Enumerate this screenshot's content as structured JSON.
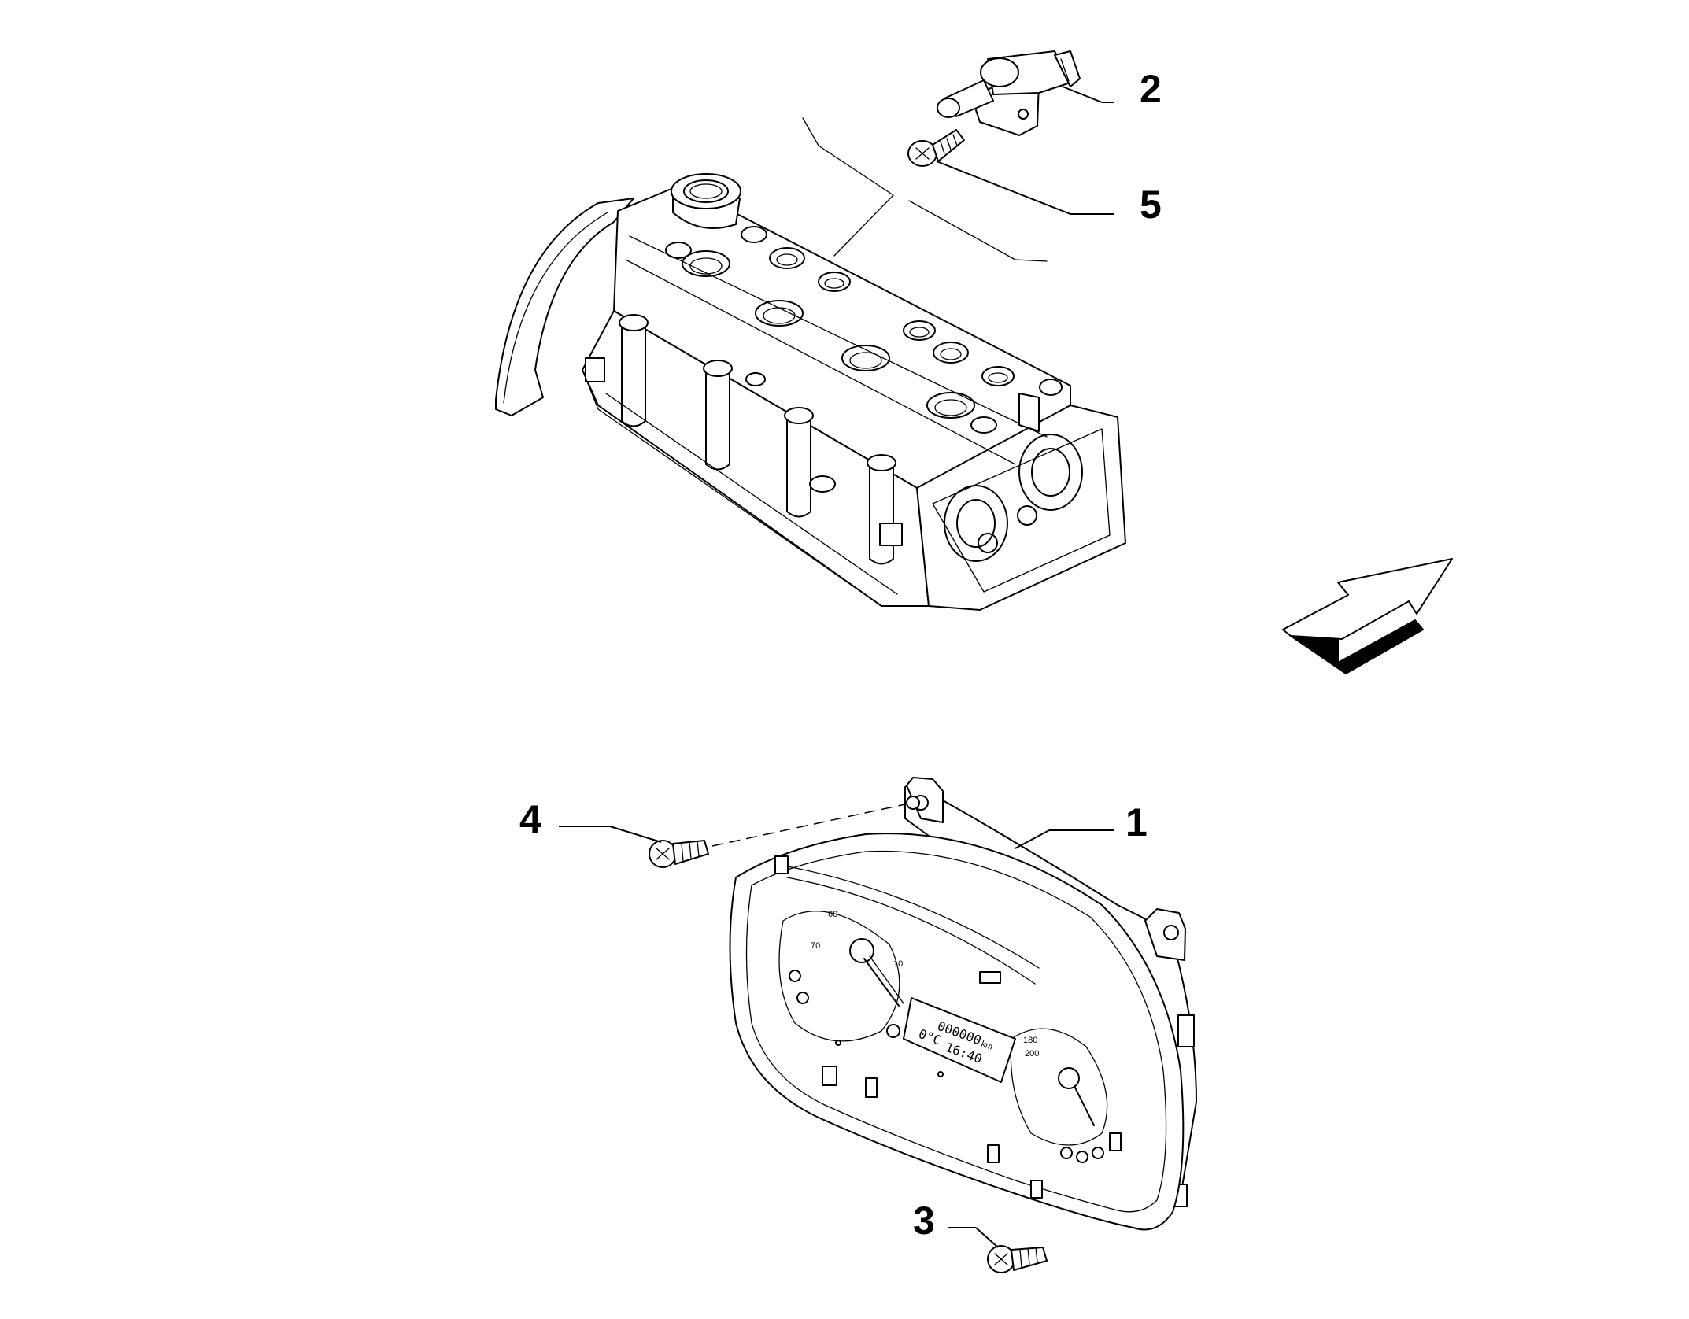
{
  "callouts": {
    "c1": "1",
    "c2": "2",
    "c3": "3",
    "c4": "4",
    "c5": "5"
  },
  "gauge_labels": {
    "rpm_60": "60",
    "rpm_70": "70",
    "rpm_10": "10",
    "speed_180": "180",
    "speed_200": "200"
  },
  "lcd": {
    "odometer": "000000",
    "unit": "km",
    "temp": "0°C",
    "time": "16:40"
  },
  "colors": {
    "line": "#000000",
    "background": "#ffffff"
  }
}
